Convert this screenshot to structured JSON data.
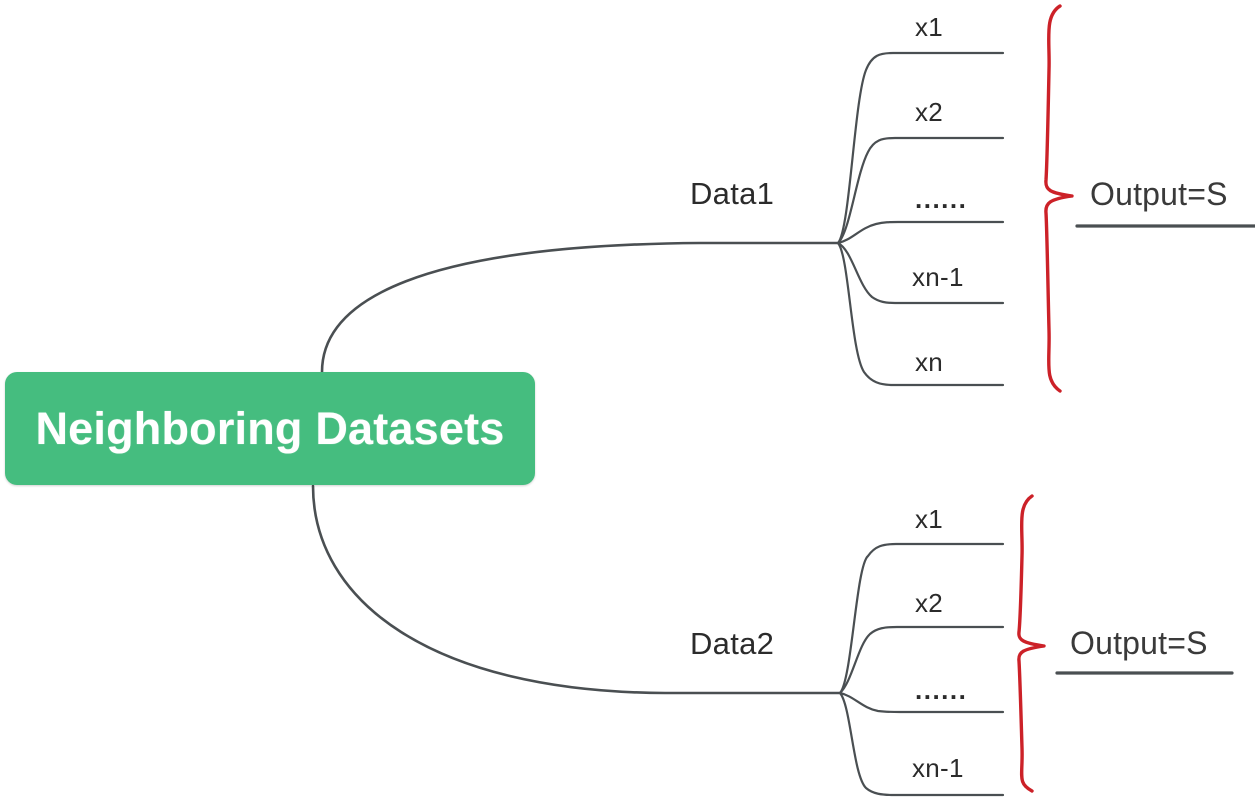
{
  "diagram": {
    "root": {
      "label": "Neighboring Datasets",
      "fill_color": "#45bd7f",
      "text_color": "#ffffff"
    },
    "branches": [
      {
        "title": "Data1",
        "leaves": [
          {
            "label": "x1"
          },
          {
            "label": "x2"
          },
          {
            "label": "......"
          },
          {
            "label": "xn-1"
          },
          {
            "label": "xn"
          }
        ],
        "brace_color": "#cc2128",
        "output": "Output=S"
      },
      {
        "title": "Data2",
        "leaves": [
          {
            "label": "x1"
          },
          {
            "label": "x2"
          },
          {
            "label": "......"
          },
          {
            "label": "xn-1"
          }
        ],
        "brace_color": "#cc2128",
        "output": "Output=S"
      }
    ],
    "line_color": "#4a4f52"
  }
}
